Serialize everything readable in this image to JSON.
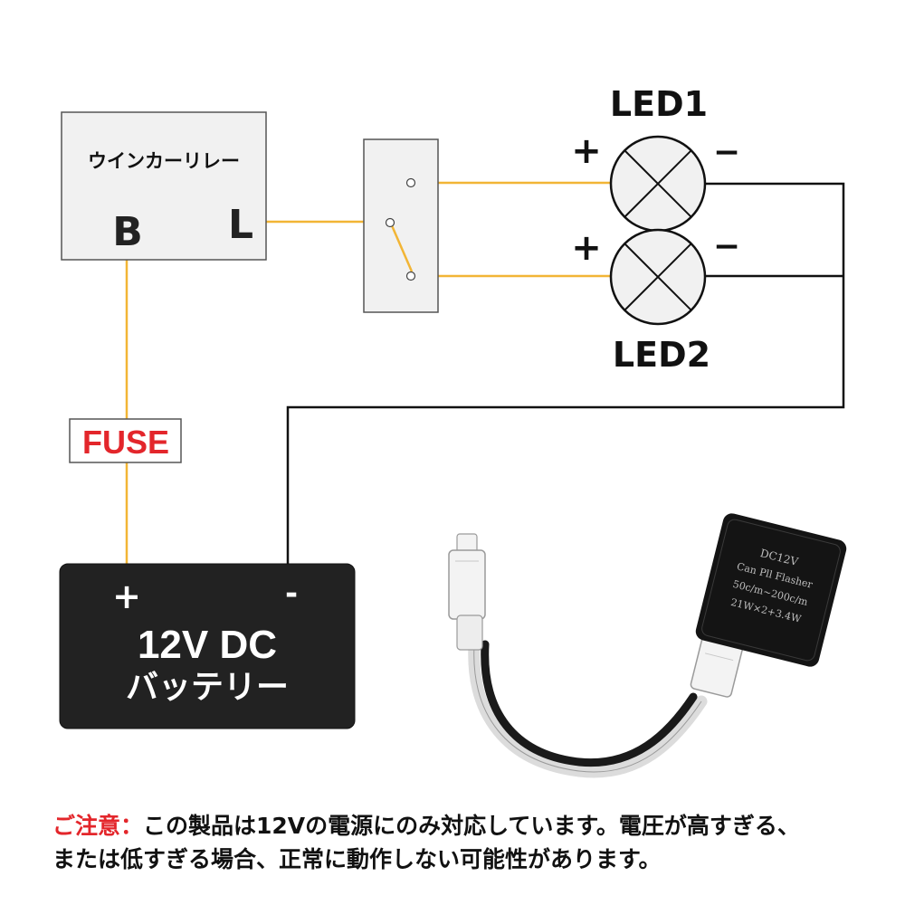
{
  "relay": {
    "title": "ウインカーリレー",
    "terminal_b": "B",
    "terminal_l": "L"
  },
  "leds": [
    {
      "label": "LED1",
      "plus": "+",
      "minus": "−"
    },
    {
      "label": "LED2",
      "plus": "+",
      "minus": "−"
    }
  ],
  "fuse": {
    "label": "FUSE"
  },
  "battery": {
    "plus": "+",
    "minus": "-",
    "voltage": "12V DC",
    "name": "バッテリー"
  },
  "product_label": {
    "line1": "DC12V",
    "line2": "Can Pll Flasher",
    "line3": "50c/m~200c/m",
    "line4": "21W×2+3.4W"
  },
  "note": {
    "label": "ご注意：",
    "line1": "この製品は12Vの電源にのみ対応しています。電圧が高すぎる、",
    "line2": "または低すぎる場合、正常に動作しない可能性があります。"
  },
  "colors": {
    "wire_signal": "#f2b535",
    "wire_ground": "#111111",
    "fuse_text": "#e3262b",
    "note_label": "#e3262b",
    "battery_fill": "#222222"
  }
}
